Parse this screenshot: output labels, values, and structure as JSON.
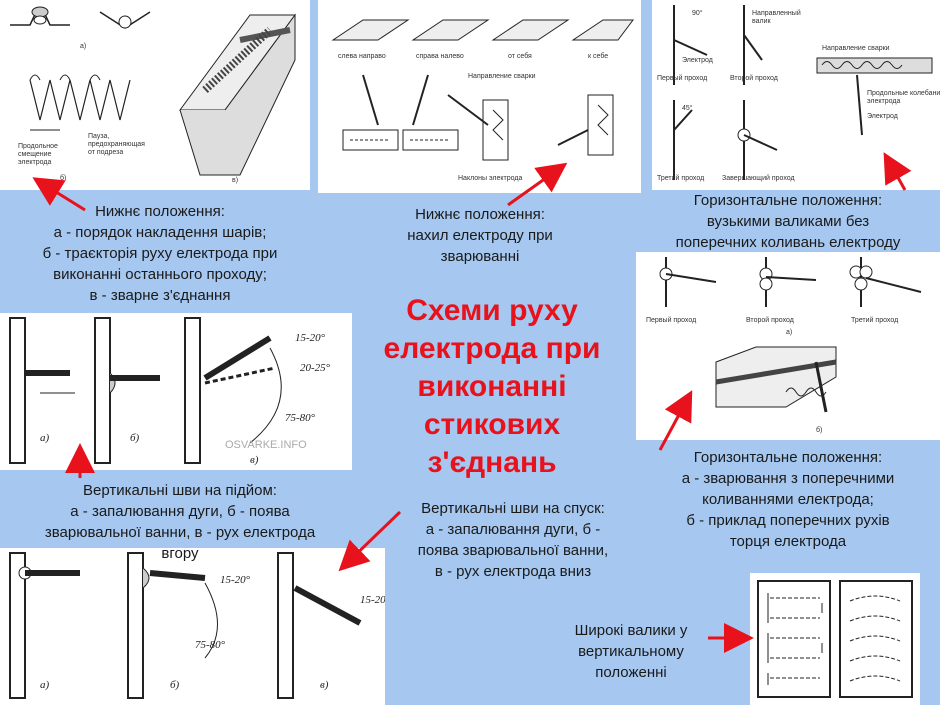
{
  "title": "Схеми руху\nелектрода при\nвиконанні\nстикових\nз'єднань",
  "captions": {
    "flat_layers": "Нижнє положення:\nа - порядок накладення шарів;\nб - траєкторія руху електрода при\nвиконанні  останнього проходу;\nв - зварне з'єднання",
    "flat_tilt": "Нижнє положення:\nнахил електроду при\nзварюванні",
    "horizontal_narrow": "Горизонтальне положення:\nвузькими валиками  без\nпоперечних коливань електроду",
    "horizontal_transverse": "Горизонтальне положення:\nа - зварювання з поперечними\nколиваннями електрода;\nб - приклад  поперечних рухів\nторця електрода",
    "vertical_up": "Вертикальні шви на підйом:\nа - запалювання  дуги, б - поява\nзварювальної ванни, в - рух електрода\nвгору",
    "vertical_down": "Вертикальні шви на спуск:\nа - запалювання дуги, б -\nпоява зварювальної ванни,\nв - рух електрода вниз",
    "wide_beads": "Широкі валики у\nвертикальному\nположенні"
  },
  "panel_labels": {
    "a": "а)",
    "b": "б)",
    "v": "в)",
    "step_offset": "Продольное\nсмещение\nэлектрода",
    "pause": "Пауза,\nпредохраняющая\nот подреза",
    "electrode": "Электрод",
    "directed_bead": "Направленный\nвалик",
    "first_pass": "Первый проход",
    "second_pass": "Второй проход",
    "third_pass": "Третий проход",
    "final_pass": "Завершающий проход",
    "weld_direction": "Направление сварки",
    "long_oscillation": "Продольные колебания\nэлектрода",
    "tilts": "Наклоны электрода",
    "left_right": "слева направо",
    "right_left": "справа налево",
    "away": "от себя",
    "toward": "к себе",
    "angle_15_20": "15-20°",
    "angle_20_25": "20-25°",
    "angle_75_80": "75-80°",
    "watermark": "OSVARKE.INFO"
  },
  "colors": {
    "background": "#a6c8f0",
    "title": "#e8121c",
    "arrow": "#e8121c"
  }
}
